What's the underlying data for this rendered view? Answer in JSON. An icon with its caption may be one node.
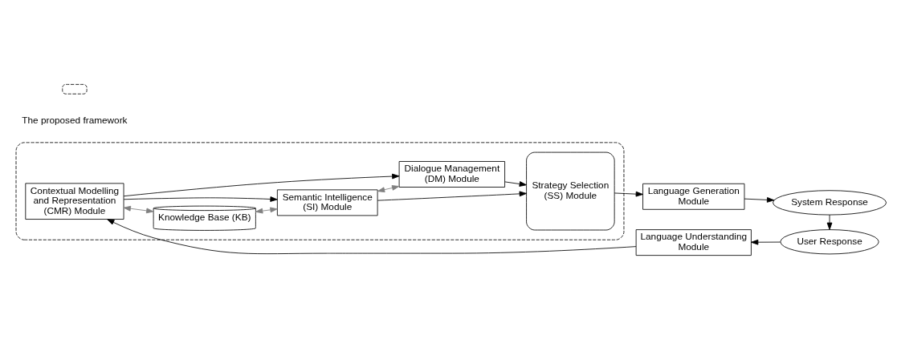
{
  "diagram": {
    "nodes": [
      {
        "text": [],
        "shape": "box"
      },
      {
        "text": [
          "Language Understanding Module"
        ]
      },
      {
        "text": [
          "User Response"
        ]
      },
      {
        "text": [
          "Contextual Modelling and Representation (CMR) Module"
        ],
        "in": 0
      },
      {
        "text": [
          "Knowledge Base (KB)"
        ],
        "in": 0
      },
      {
        "text": [
          "Semantic Intelligence (SI) Module"
        ],
        "in": 0
      },
      {
        "text": [
          "Strategy Selection (SS) Module"
        ],
        "in": 0
      },
      {
        "text": [
          "Dialogue Management (DM) Module"
        ],
        "in": 0
      },
      {
        "text": [
          "System Response"
        ]
      },
      {
        "text": [
          "Language Generation Module"
        ]
      }
    ],
    "edges": [
      {
        "from": 2,
        "to": 1,
        "arrow": "to"
      },
      {
        "from": 1,
        "to": 3,
        "arrow": "to"
      },
      {
        "from": 3,
        "to": 4,
        "arrow": "both",
        "color": "#808080"
      },
      {
        "from": 4,
        "to": 5,
        "arrow": "both",
        "color": "#808080"
      },
      {
        "from": 3,
        "to": 5,
        "arrow": "to"
      },
      {
        "from": 3,
        "to": 7,
        "arrow": "to"
      },
      {
        "from": 5,
        "to": 7,
        "arrow": "both",
        "color": "#808080"
      },
      {
        "from": 5,
        "to": 6,
        "arrow": "to"
      },
      {
        "from": 7,
        "to": 6,
        "arrow": "to"
      },
      {
        "from": 6,
        "to": 9,
        "arrow": "to"
      },
      {
        "from": 9,
        "to": 8,
        "arrow": "to"
      },
      {
        "from": 8,
        "to": 2,
        "arrow": "to"
      }
    ],
    "legend": [
      {
        "text": "The proposed framework"
      }
    ]
  }
}
